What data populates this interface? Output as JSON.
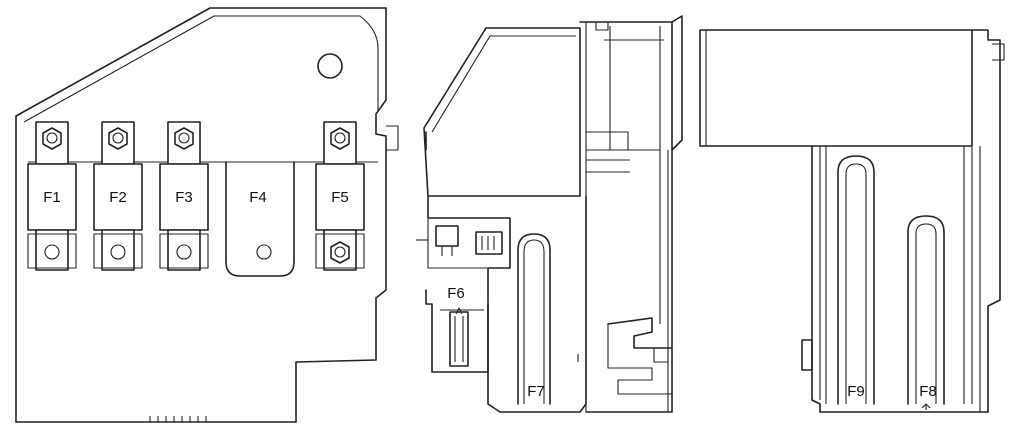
{
  "fuse_labels": {
    "F1": "F1",
    "F2": "F2",
    "F3": "F3",
    "F4": "F4",
    "F5": "F5",
    "F6": "F6",
    "F7": "F7",
    "F8": "F8",
    "F9": "F9"
  },
  "colors": {
    "line": "#222222",
    "background": "#ffffff"
  }
}
